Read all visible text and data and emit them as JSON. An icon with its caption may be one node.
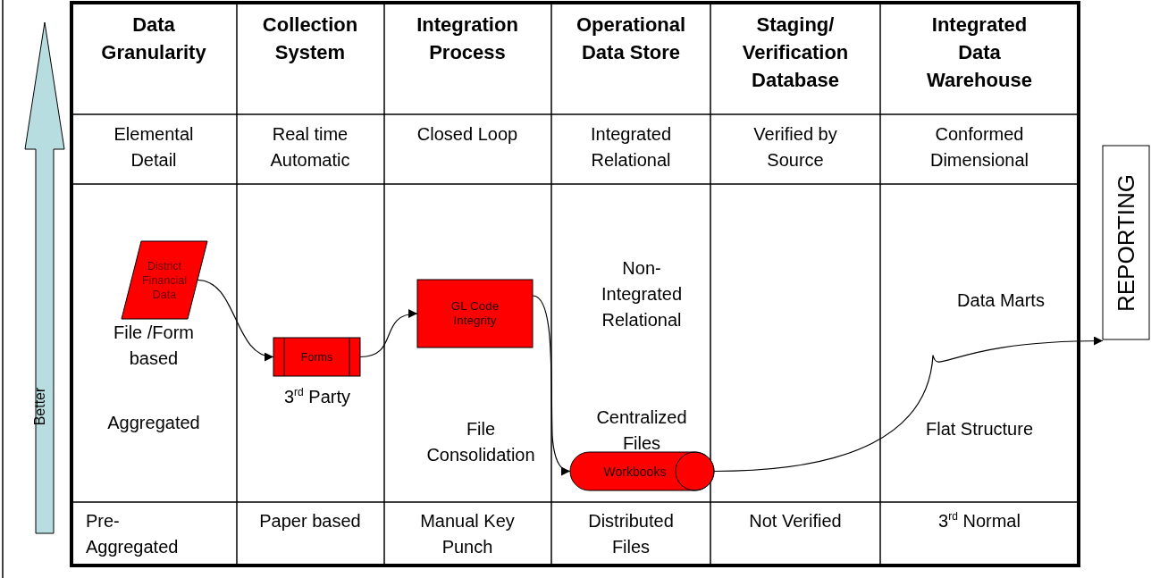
{
  "diagram": {
    "nodes": [
      {
        "text": [
          "District Financial Data"
        ]
      },
      {
        "text": [
          "Forms"
        ]
      },
      {
        "text": [
          "GL Code Integrity"
        ]
      },
      {
        "text": [
          "Workbooks"
        ]
      },
      {
        "text": [
          "REPORTING"
        ]
      }
    ],
    "edges": [
      {
        "from": 0,
        "to": 1,
        "arrow": "to"
      },
      {
        "from": 1,
        "to": 2,
        "arrow": "to"
      },
      {
        "from": 2,
        "to": 3,
        "arrow": "to"
      },
      {
        "from": 3,
        "to": 4,
        "arrow": "to"
      }
    ],
    "labels": [
      "Data Granularity",
      "Collection System",
      "Integration Process",
      "Operational Data Store",
      "Staging/ Verification Database",
      "Integrated Data Warehouse",
      "Elemental Detail",
      "Real time Automatic",
      "Closed Loop",
      "Integrated Relational",
      "Verified by Source",
      "Conformed Dimensional",
      "File /Form based",
      "Aggregated",
      "3$^{rd}$ Party",
      "File Consolidation",
      "Non-Integrated Relational",
      "Centralized Files",
      "Data Marts",
      "Flat Structure",
      "Pre-Aggregated",
      "Paper based",
      "Manual Key Punch",
      "Distributed Files",
      "Not Verified",
      "3$^{rd}$ Normal",
      "Better"
    ]
  }
}
